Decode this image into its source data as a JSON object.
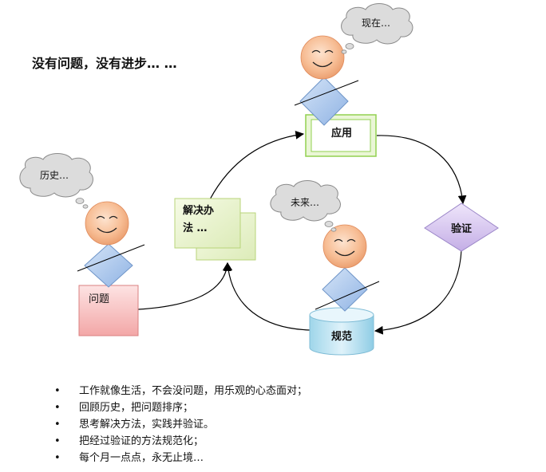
{
  "title": "没有问题，没有进步… …",
  "nodes": {
    "apply": "应用",
    "verify": "验证",
    "standard": "规范",
    "solution": "解决办法 …",
    "problem": "问题"
  },
  "bubbles": {
    "now": "现在…",
    "history": "历史…",
    "future": "未来…"
  },
  "bullets": [
    "工作就像生活，不会没问题，用乐观的心态面对；",
    "回顾历史，把问题排序；",
    "思考解决方法，实践并验证。",
    "把经过验证的方法规范化；",
    "每个月一点点，永无止境…"
  ],
  "bullet_marker": "•",
  "colors": {
    "face": "#f4b183",
    "diamond": "#a7c4ec",
    "apply_border": "#92d050",
    "solution_fill": "#ecf5d3",
    "verify_fill": "#d9c8f0",
    "standard_fill": "#c5e8f5",
    "problem_fill": "#f9c6c6"
  }
}
